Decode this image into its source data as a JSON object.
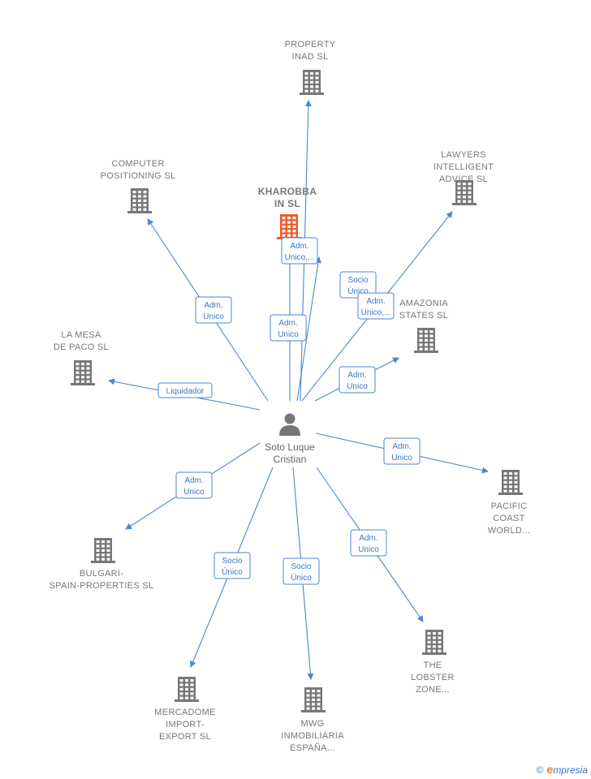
{
  "center": {
    "line1": "Soto Luque",
    "line2": "Cristian",
    "icon": "person-icon"
  },
  "companies": [
    {
      "id": "property",
      "lines": [
        "PROPERTY",
        "INAD  SL"
      ]
    },
    {
      "id": "lawyers",
      "lines": [
        "LAWYERS",
        "INTELLIGENT",
        "ADVICE  SL"
      ]
    },
    {
      "id": "computer",
      "lines": [
        "COMPUTER",
        "POSITIONING SL"
      ]
    },
    {
      "id": "kharobba",
      "lines": [
        "KHAROBBA",
        "IN  SL"
      ],
      "highlight": true
    },
    {
      "id": "amazonia",
      "lines": [
        "AMAZONIA",
        "STATES  SL"
      ]
    },
    {
      "id": "lamesa",
      "lines": [
        "LA MESA",
        "DE PACO SL"
      ]
    },
    {
      "id": "pacific",
      "lines": [
        "PACIFIC",
        "COAST",
        "WORLD..."
      ]
    },
    {
      "id": "bulgari",
      "lines": [
        "BULGARI-",
        "SPAIN-PROPERTIES SL"
      ]
    },
    {
      "id": "lobster",
      "lines": [
        "THE",
        "LOBSTER",
        "ZONE..."
      ]
    },
    {
      "id": "mercadome",
      "lines": [
        "MERCADOME",
        "IMPORT-",
        "EXPORT SL"
      ]
    },
    {
      "id": "mwg",
      "lines": [
        "MWG",
        "INMOBILIARIA",
        "ESPAÑA..."
      ]
    }
  ],
  "relations": [
    {
      "target": "property",
      "lines": [
        "Adm.",
        "Unico,..."
      ]
    },
    {
      "target": "kharobba",
      "lines": [
        "Adm.",
        "Unico"
      ]
    },
    {
      "target": "computer",
      "lines": [
        "Adm.",
        "Unico"
      ]
    },
    {
      "target": "lawyers",
      "lines": [
        "Socio",
        "Único"
      ]
    },
    {
      "target": "lawyers",
      "lines": [
        "Adm.",
        "Unico,..."
      ]
    },
    {
      "target": "amazonia",
      "lines": [
        "Adm.",
        "Unico"
      ]
    },
    {
      "target": "lamesa",
      "lines": [
        "Liquidador"
      ]
    },
    {
      "target": "pacific",
      "lines": [
        "Adm.",
        "Unico"
      ]
    },
    {
      "target": "bulgari",
      "lines": [
        "Adm.",
        "Unico"
      ]
    },
    {
      "target": "mercadome",
      "lines": [
        "Socio",
        "Único"
      ]
    },
    {
      "target": "mwg",
      "lines": [
        "Socio",
        "Único"
      ]
    },
    {
      "target": "lobster",
      "lines": [
        "Adm.",
        "Unico"
      ]
    }
  ],
  "colors": {
    "edge": "#4a86d4",
    "building": "#777777",
    "highlight_building": "#f05a28"
  },
  "brand": {
    "copyright": "©",
    "initial": "e",
    "rest": "mpresia"
  }
}
